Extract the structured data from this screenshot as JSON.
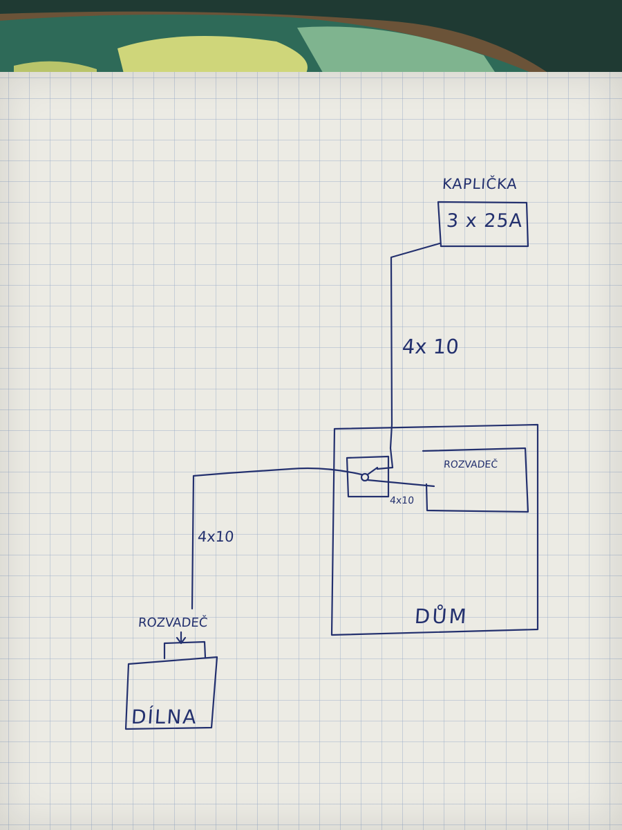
{
  "labels": {
    "kaplicka": "KAPLIČKA",
    "breaker": "3 x 25A",
    "cable_top": "4x 10",
    "rozvadec_house": "ROZVADEČ",
    "cable_small": "4x10",
    "cable_left": "4x10",
    "dum": "DŮM",
    "rozvadec_workshop": "ROZVADEČ",
    "dilna": "DÍLNA"
  },
  "colors": {
    "ink": "#23306e",
    "paper": "#ecebe4",
    "grid": "#96aac8"
  }
}
